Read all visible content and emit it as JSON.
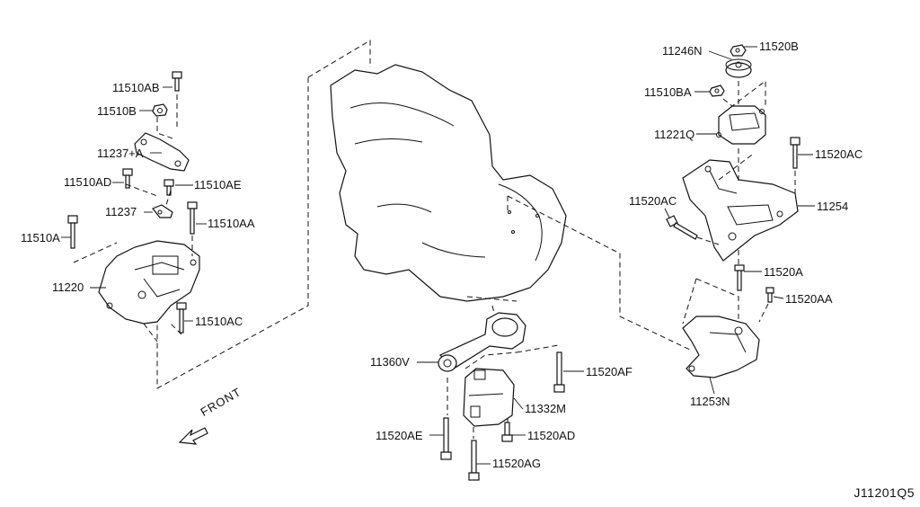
{
  "diagram": {
    "reference_code": "J11201Q5",
    "front_label": "FRONT",
    "labels": {
      "p11510AB": "11510AB",
      "p11510B": "11510B",
      "p11237A": "11237+A",
      "p11510AD": "11510AD",
      "p11510AE": "11510AE",
      "p11237": "11237",
      "p11510AA": "11510AA",
      "p11510A": "11510A",
      "p11220": "11220",
      "p11510AC": "11510AC",
      "p11360V": "11360V",
      "p11520AF": "11520AF",
      "p11332M": "11332M",
      "p11520AE": "11520AE",
      "p11520AD": "11520AD",
      "p11520AG": "11520AG",
      "p11246N": "11246N",
      "p11520B": "11520B",
      "p11510BA": "11510BA",
      "p11221Q": "11221Q",
      "p11520AC_r": "11520AC",
      "p11520AC_l": "11520AC",
      "p11254": "11254",
      "p11520A": "11520A",
      "p11520AA": "11520AA",
      "p11253N": "11253N"
    }
  }
}
